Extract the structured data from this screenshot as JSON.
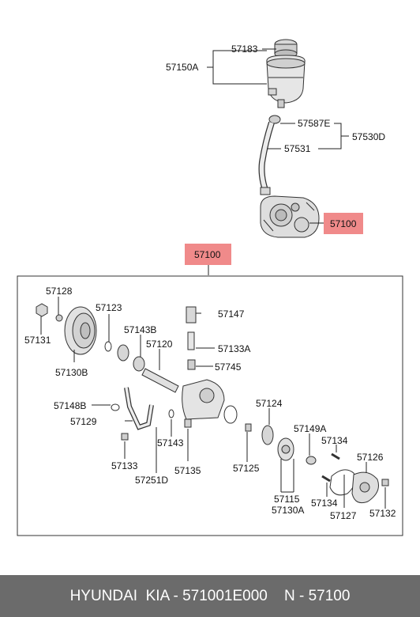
{
  "labels": {
    "p57183": "57183",
    "p57150A": "57150A",
    "p57587E": "57587E",
    "p57530D": "57530D",
    "p57531": "57531",
    "p57100_top": "57100",
    "p57100_box": "57100",
    "p57128": "57128",
    "p57123": "57123",
    "p57147": "57147",
    "p57143B": "57143B",
    "p57120": "57120",
    "p57133A": "57133A",
    "p57131": "57131",
    "p57745": "57745",
    "p57130B": "57130B",
    "p57148B": "57148B",
    "p57129": "57129",
    "p57124": "57124",
    "p57149A": "57149A",
    "p57134a": "57134",
    "p57126": "57126",
    "p57133": "57133",
    "p57143": "57143",
    "p57125": "57125",
    "p57251D": "57251D",
    "p57135": "57135",
    "p57115": "57115",
    "p57130A": "57130A",
    "p57134b": "57134",
    "p57127": "57127",
    "p57132": "57132"
  },
  "highlight_color": "#f08a8a",
  "footer": {
    "text": "HYUNDAI  KIA - 571001E000    N - 57100",
    "background": "#6b6b6b"
  }
}
